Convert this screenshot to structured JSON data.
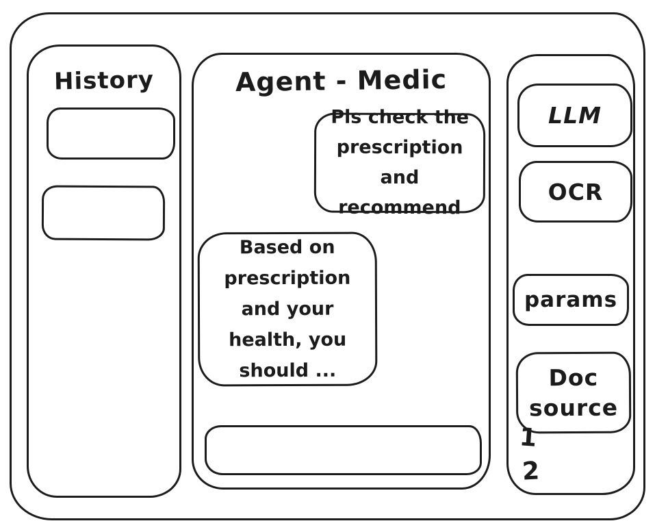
{
  "colors": {
    "stroke": "#1c1c1c",
    "background": "#ffffff"
  },
  "history_panel": {
    "title": "History",
    "items": [
      "",
      ""
    ]
  },
  "chat_panel": {
    "title": "Agent - Medic",
    "messages": [
      {
        "role": "user",
        "text": "Pls check the\nprescription\nand recommend"
      },
      {
        "role": "assistant",
        "text": "Based on\nprescription\nand your\nhealth, you\nshould ..."
      }
    ],
    "input": {
      "value": ""
    }
  },
  "tools_panel": {
    "buttons": [
      {
        "id": "llm",
        "label": "LLM"
      },
      {
        "id": "ocr",
        "label": "OCR"
      },
      {
        "id": "params",
        "label": "params"
      },
      {
        "id": "doc-source",
        "label": "Doc\nsource"
      }
    ],
    "annotations": [
      {
        "label": "1"
      },
      {
        "label": "2"
      }
    ]
  }
}
